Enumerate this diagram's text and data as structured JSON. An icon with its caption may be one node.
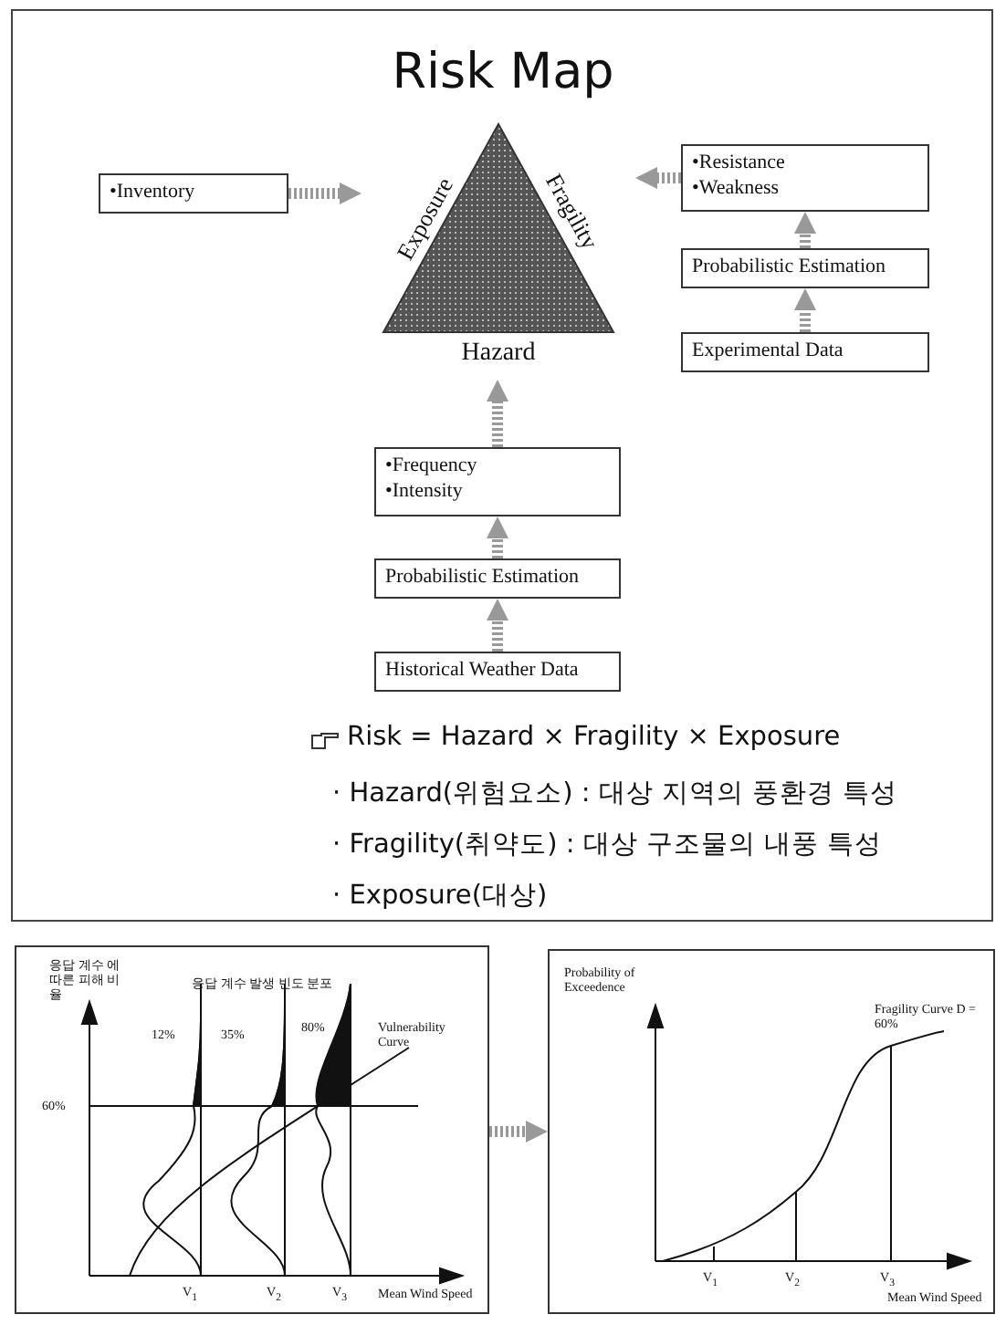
{
  "diagram": {
    "title": "Risk Map",
    "nodes": [
      {
        "text": [
          "Exposure",
          "Fragility",
          "Hazard"
        ]
      },
      {
        "text": [
          "•Inventory"
        ]
      },
      {
        "text": [
          "•Resistance",
          "•Weakness"
        ]
      },
      {
        "text": [
          "Probabilistic Estimation"
        ]
      },
      {
        "text": [
          "Experimental Data"
        ]
      },
      {
        "text": [
          "•Frequency",
          "•Intensity"
        ]
      },
      {
        "text": [
          "Probabilistic Estimation"
        ]
      },
      {
        "text": [
          "Historical Weather Data"
        ]
      },
      {
        "text": [
          "응답 계수 에 따른 피해 비율",
          "응답 계수 발생 빈도 분포",
          "12%",
          "35%",
          "80%",
          "Vulnerability Curve",
          "60%",
          "V$_{1}$",
          "V$_{2}$",
          "V$_{3}$",
          "Mean Wind Speed"
        ]
      },
      {
        "text": [
          "Probability of Exceedence",
          "Fragility Curve D = 60%",
          "V$_{1}$",
          "V$_{2}$",
          "V$_{3}$",
          "Mean Wind Speed"
        ]
      }
    ],
    "edges": [
      {
        "from": 1,
        "to": 0,
        "arrow": "to"
      },
      {
        "from": 2,
        "to": 0,
        "arrow": "to"
      },
      {
        "from": 3,
        "to": 2,
        "arrow": "to"
      },
      {
        "from": 4,
        "to": 3,
        "arrow": "to"
      },
      {
        "from": 5,
        "to": 0,
        "arrow": "to"
      },
      {
        "from": 6,
        "to": 5,
        "arrow": "to"
      },
      {
        "from": 7,
        "to": 6,
        "arrow": "to"
      },
      {
        "from": 8,
        "to": 9,
        "arrow": "to"
      }
    ],
    "labels": [
      "Risk = Hazard × Fragility × Exposure",
      "· Hazard(위험요소) : 대상 지역의 풍환경 특성",
      "· Fragility(취약도) : 대상 구조물의 내풍 특성",
      "· Exposure(대상)"
    ]
  }
}
